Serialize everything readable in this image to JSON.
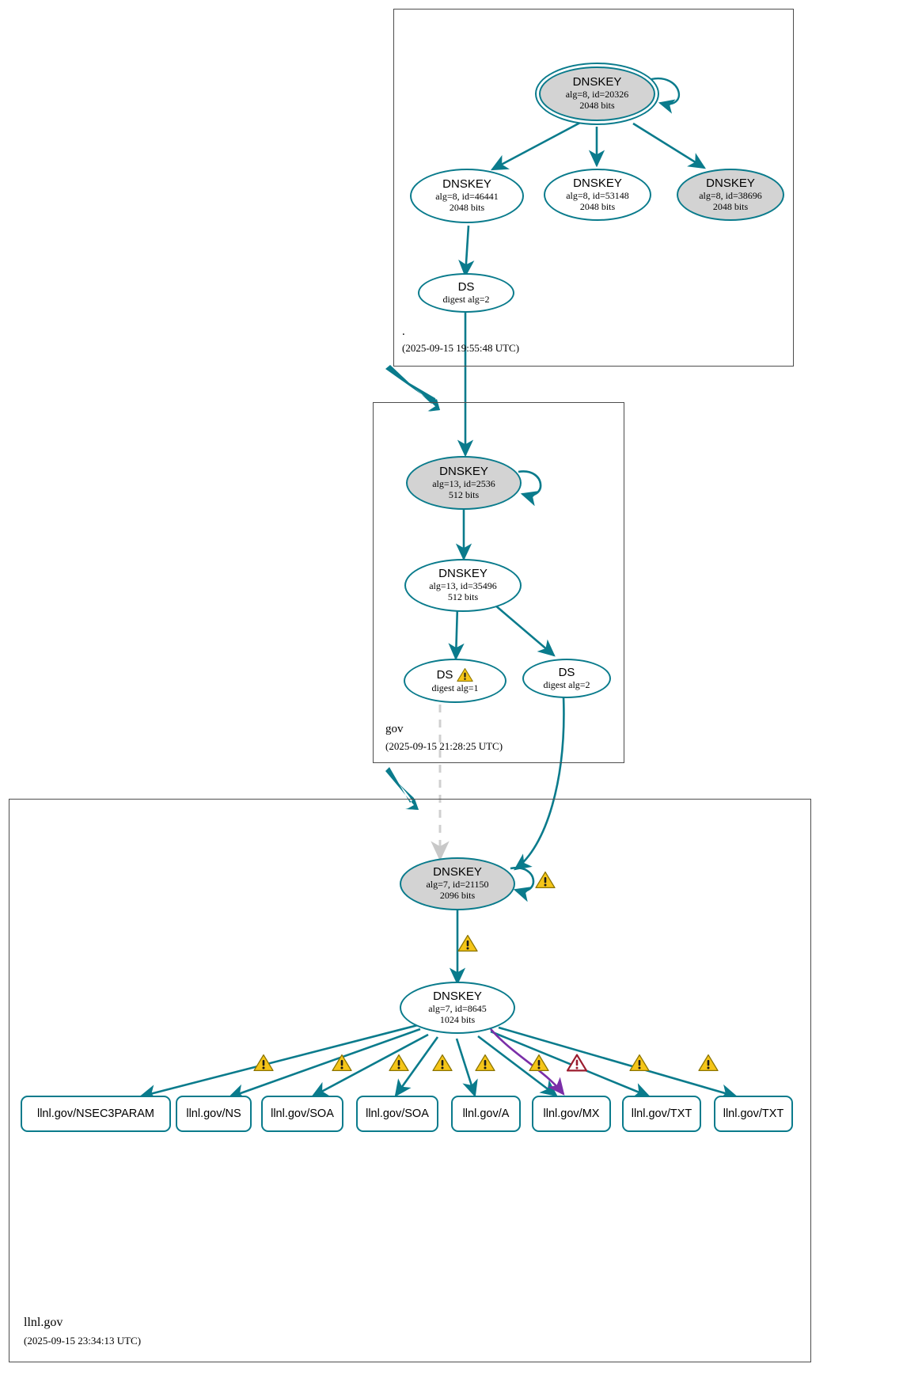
{
  "title": "DNSSEC authentication chain for llnl.gov",
  "colors": {
    "edge": "#0a7b8c",
    "node_fill": "#d3d3d3",
    "box_border": "#4d4d4d",
    "warning": "#f5c518",
    "error": "#9b1c2e",
    "bogus_edge": "#7a2ea8",
    "insecure_edge": "#d0d0d0"
  },
  "zones": [
    {
      "id": "root",
      "label": ".",
      "timestamp": "(2025-09-15 19:55:48 UTC)",
      "nodes": [
        {
          "id": "root-ksk",
          "type": "DNSKEY",
          "title": "DNSKEY",
          "line1": "alg=8, id=20326",
          "line2": "2048 bits",
          "filled": true,
          "double_ring": true,
          "self_sign": true
        },
        {
          "id": "root-zsk1",
          "type": "DNSKEY",
          "title": "DNSKEY",
          "line1": "alg=8, id=46441",
          "line2": "2048 bits",
          "filled": false,
          "double_ring": false,
          "self_sign": false
        },
        {
          "id": "root-zsk2",
          "type": "DNSKEY",
          "title": "DNSKEY",
          "line1": "alg=8, id=53148",
          "line2": "2048 bits",
          "filled": false,
          "double_ring": false,
          "self_sign": false
        },
        {
          "id": "root-zsk3",
          "type": "DNSKEY",
          "title": "DNSKEY",
          "line1": "alg=8, id=38696",
          "line2": "2048 bits",
          "filled": true,
          "double_ring": false,
          "self_sign": false
        },
        {
          "id": "root-ds",
          "type": "DS",
          "title": "DS",
          "line1": "digest alg=2",
          "line2": "",
          "filled": false,
          "double_ring": false,
          "self_sign": false
        }
      ]
    },
    {
      "id": "gov",
      "label": "gov",
      "timestamp": "(2025-09-15 21:28:25 UTC)",
      "nodes": [
        {
          "id": "gov-ksk",
          "type": "DNSKEY",
          "title": "DNSKEY",
          "line1": "alg=13, id=2536",
          "line2": "512 bits",
          "filled": true,
          "double_ring": false,
          "self_sign": true,
          "warning": false
        },
        {
          "id": "gov-zsk",
          "type": "DNSKEY",
          "title": "DNSKEY",
          "line1": "alg=13, id=35496",
          "line2": "512 bits",
          "filled": false,
          "double_ring": false,
          "self_sign": false,
          "warning": false
        },
        {
          "id": "gov-ds1",
          "type": "DS",
          "title": "DS",
          "line1": "digest alg=1",
          "line2": "",
          "filled": false,
          "double_ring": false,
          "self_sign": false,
          "warning": true
        },
        {
          "id": "gov-ds2",
          "type": "DS",
          "title": "DS",
          "line1": "digest alg=2",
          "line2": "",
          "filled": false,
          "double_ring": false,
          "self_sign": false,
          "warning": false
        }
      ]
    },
    {
      "id": "llnl",
      "label": "llnl.gov",
      "timestamp": "(2025-09-15 23:34:13 UTC)",
      "nodes": [
        {
          "id": "llnl-ksk",
          "type": "DNSKEY",
          "title": "DNSKEY",
          "line1": "alg=7, id=21150",
          "line2": "2096 bits",
          "filled": true,
          "double_ring": false,
          "self_sign": true,
          "warning": true
        },
        {
          "id": "llnl-zsk",
          "type": "DNSKEY",
          "title": "DNSKEY",
          "line1": "alg=7, id=8645",
          "line2": "1024 bits",
          "filled": false,
          "double_ring": false,
          "self_sign": false,
          "warning": false
        }
      ],
      "records": [
        {
          "id": "rr-nsec3param",
          "label": "llnl.gov/NSEC3PARAM",
          "status": "ok"
        },
        {
          "id": "rr-ns",
          "label": "llnl.gov/NS",
          "status": "warn"
        },
        {
          "id": "rr-soa-1",
          "label": "llnl.gov/SOA",
          "status": "warn"
        },
        {
          "id": "rr-soa-2",
          "label": "llnl.gov/SOA",
          "status": "warn"
        },
        {
          "id": "rr-a",
          "label": "llnl.gov/A",
          "status": "warn"
        },
        {
          "id": "rr-mx",
          "label": "llnl.gov/MX",
          "status": "error"
        },
        {
          "id": "rr-txt-1",
          "label": "llnl.gov/TXT",
          "status": "warn"
        },
        {
          "id": "rr-txt-2",
          "label": "llnl.gov/TXT",
          "status": "warn"
        }
      ]
    }
  ],
  "edges": {
    "ksk_to_zsk_warning": true,
    "gov_ds1_insecure": true,
    "mx_bogus": true
  }
}
